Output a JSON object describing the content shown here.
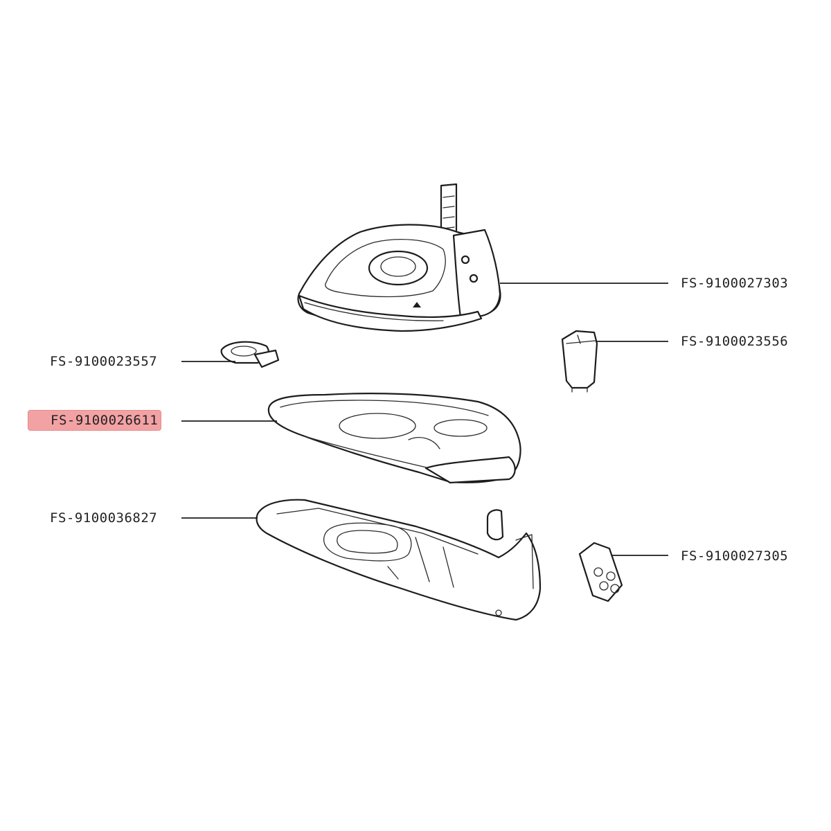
{
  "parts": [
    {
      "id": "soleplate-assembly",
      "label": "FS-9100027303",
      "highlighted": false
    },
    {
      "id": "steam-valve",
      "label": "FS-9100023556",
      "highlighted": false
    },
    {
      "id": "button-cap",
      "label": "FS-9100023557",
      "highlighted": false
    },
    {
      "id": "water-tank-cover",
      "label": "FS-9100026611",
      "highlighted": true
    },
    {
      "id": "housing-handle",
      "label": "FS-9100036827",
      "highlighted": false
    },
    {
      "id": "rear-cover",
      "label": "FS-9100027305",
      "highlighted": false
    }
  ],
  "colors": {
    "highlight": "#f3a2a4",
    "line": "#1c1c1c",
    "background": "#ffffff"
  }
}
